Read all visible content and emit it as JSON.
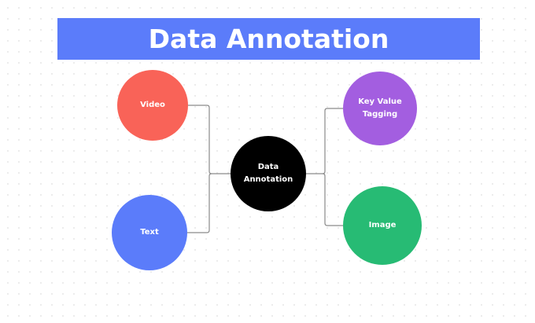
{
  "title": "Data Annotation",
  "colors": {
    "title_bar": "#5b7cfa",
    "video": "#f96358",
    "text": "#5b7cfa",
    "center": "#000000",
    "key_value": "#a35ee0",
    "image": "#27bb74",
    "connector": "#8a8a8a"
  },
  "center_node": {
    "label": "Data\nAnnotation"
  },
  "nodes": [
    {
      "id": "video",
      "label": "Video"
    },
    {
      "id": "text",
      "label": "Text"
    },
    {
      "id": "key_value",
      "label": "Key Value\nTagging"
    },
    {
      "id": "image",
      "label": "Image"
    }
  ]
}
